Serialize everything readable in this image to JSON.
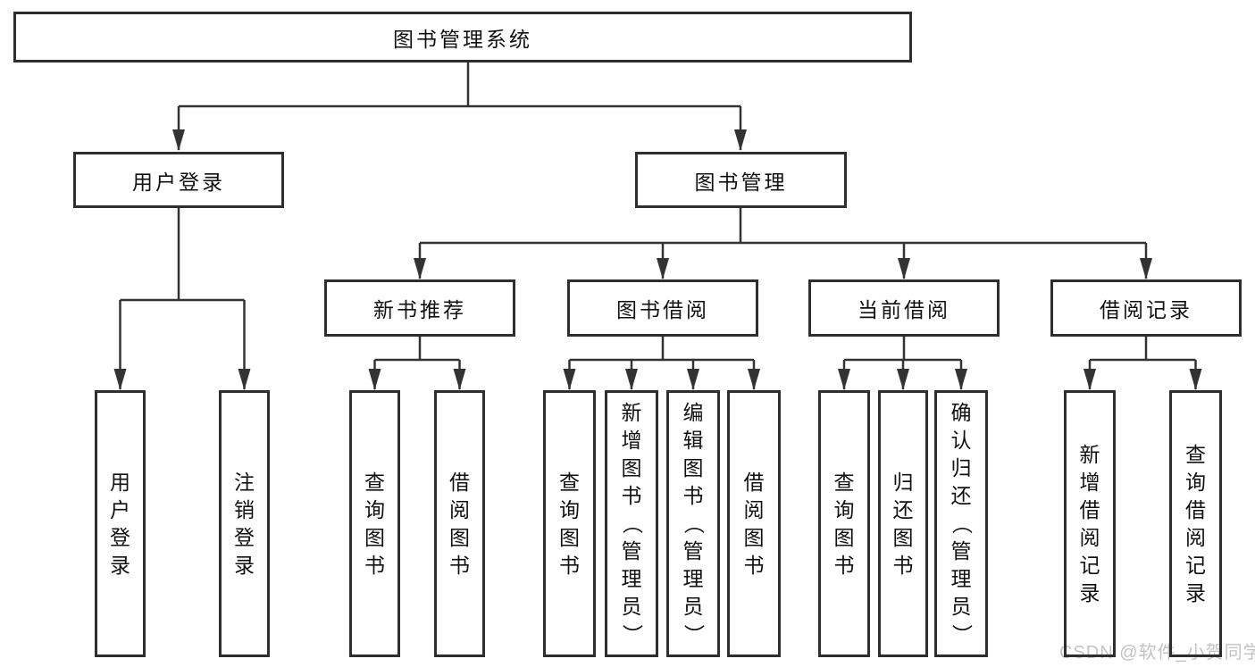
{
  "diagram": {
    "title": "图书管理系统",
    "root": {
      "label": "图书管理系统"
    },
    "branches": {
      "user": {
        "label": "用户登录",
        "children": [
          "用户登录",
          "注销登录"
        ]
      },
      "management": {
        "label": "图书管理",
        "sections": {
          "recommend": {
            "label": "新书推荐",
            "children": [
              "查询图书",
              "借阅图书"
            ]
          },
          "borrow": {
            "label": "图书借阅",
            "children": [
              "查询图书",
              "新增图书（管理员）",
              "编辑图书（管理员）",
              "借阅图书"
            ]
          },
          "current": {
            "label": "当前借阅",
            "children": [
              "查询图书",
              "归还图书",
              "确认归还（管理员）"
            ]
          },
          "records": {
            "label": "借阅记录",
            "children": [
              "新增借阅记录",
              "查询借阅记录"
            ]
          }
        }
      }
    }
  },
  "watermark": {
    "text": "CSDN @软件_小贺同学"
  },
  "colors": {
    "line": "#333333",
    "box_border": "#2e2e2e",
    "text": "#111111",
    "background": "#ffffff",
    "watermark": "#c3c3c3"
  }
}
